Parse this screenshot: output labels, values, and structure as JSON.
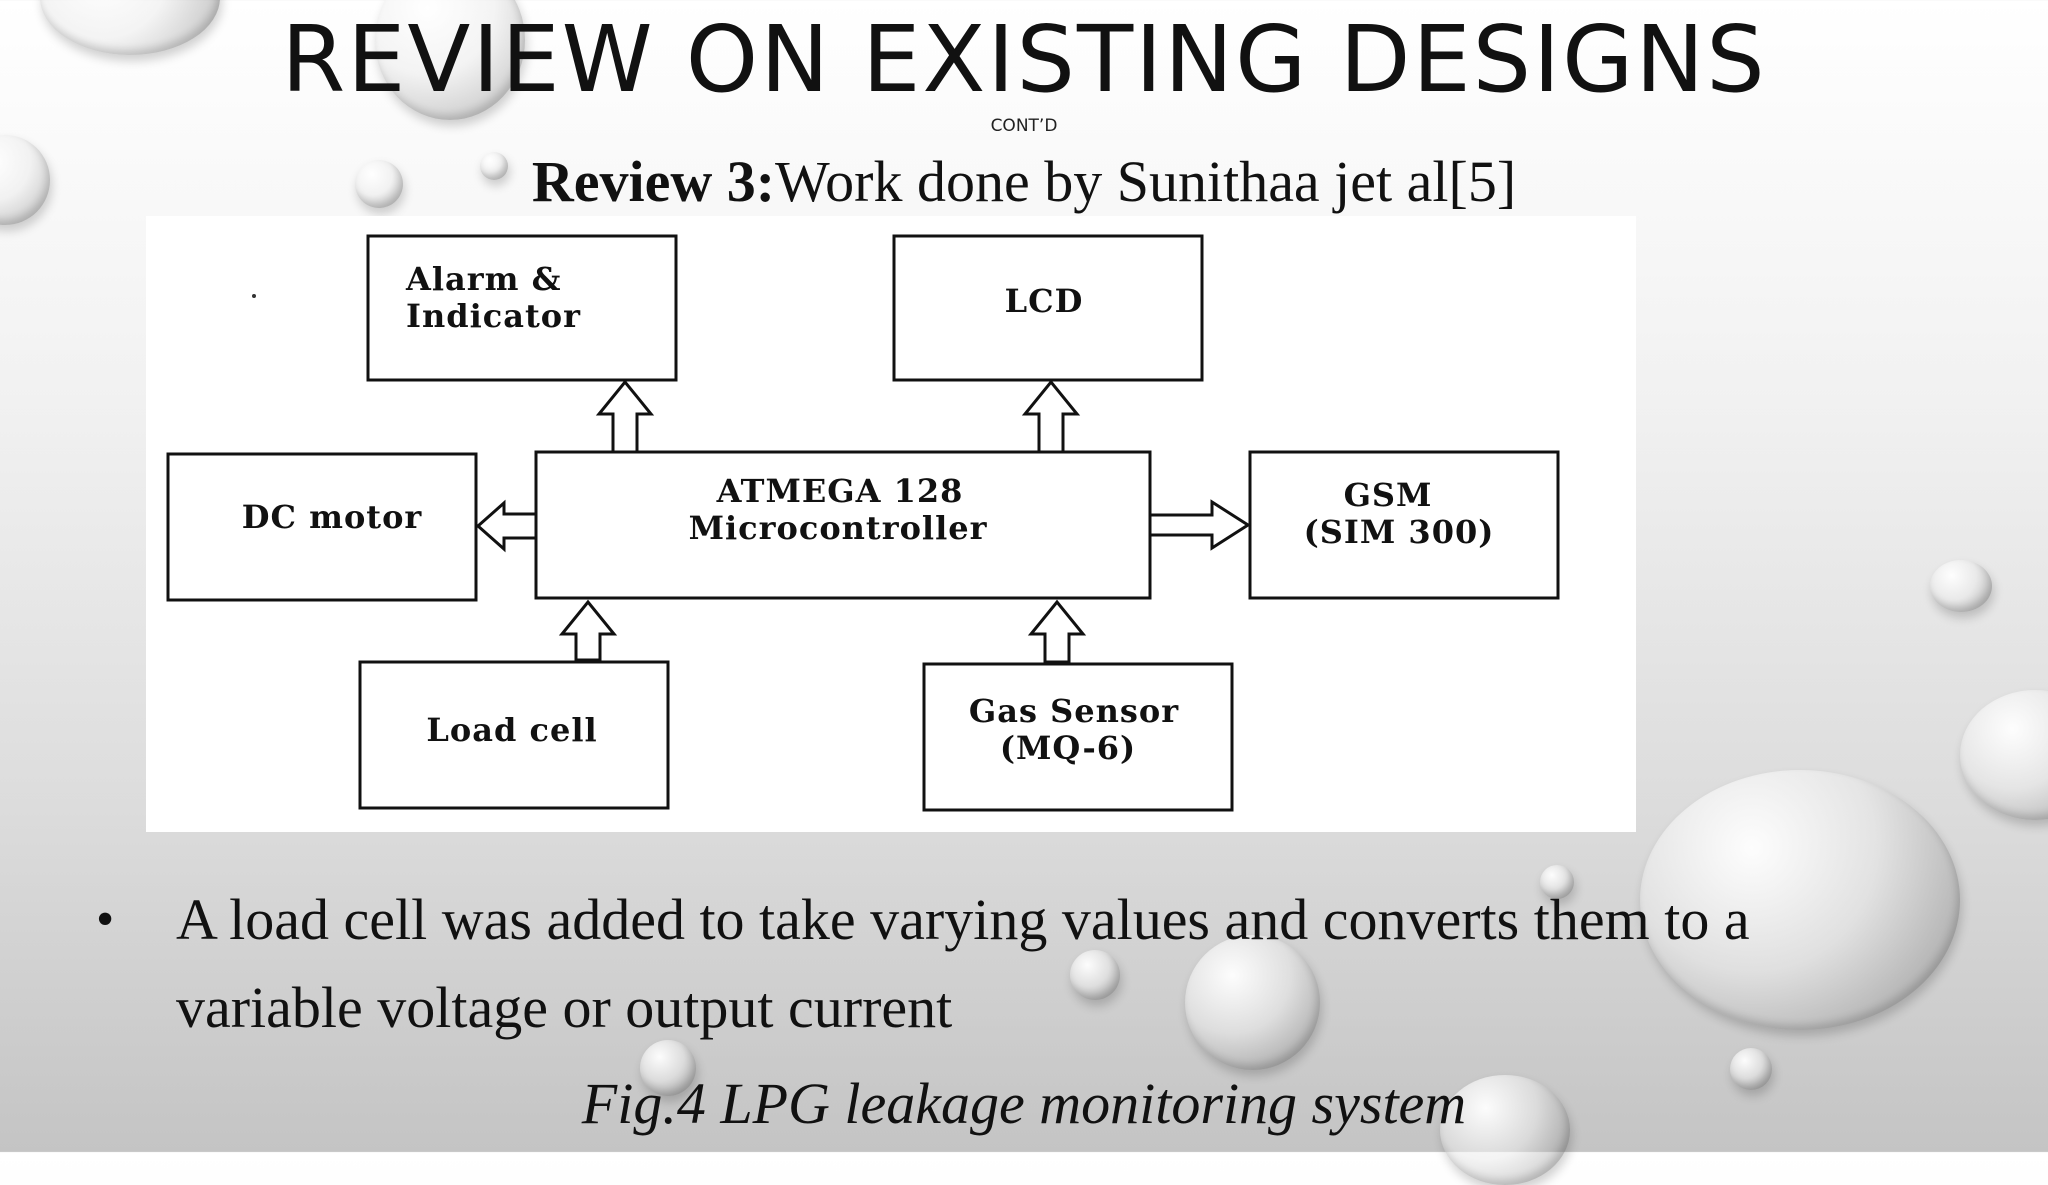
{
  "slide": {
    "title": "REVIEW ON EXISTING DESIGNS",
    "subtitle": "CONT’D",
    "review_label": "Review 3:",
    "review_text": "Work done by Sunithaa jet al[5]",
    "bullet_symbol": "•",
    "bullet_text": "A load cell was added to take varying values and converts them to a variable voltage or output current",
    "caption": "Fig.4 LPG leakage monitoring system"
  },
  "diagram": {
    "alarm": [
      "Alarm &",
      "Indicator"
    ],
    "lcd": "LCD",
    "dc_motor": "DC motor",
    "mcu": [
      "ATMEGA 128",
      "Microcontroller"
    ],
    "gsm": [
      "GSM",
      "(SIM 300)"
    ],
    "load_cell": "Load cell",
    "gas_sensor": [
      "Gas Sensor",
      "(MQ-6)"
    ]
  }
}
